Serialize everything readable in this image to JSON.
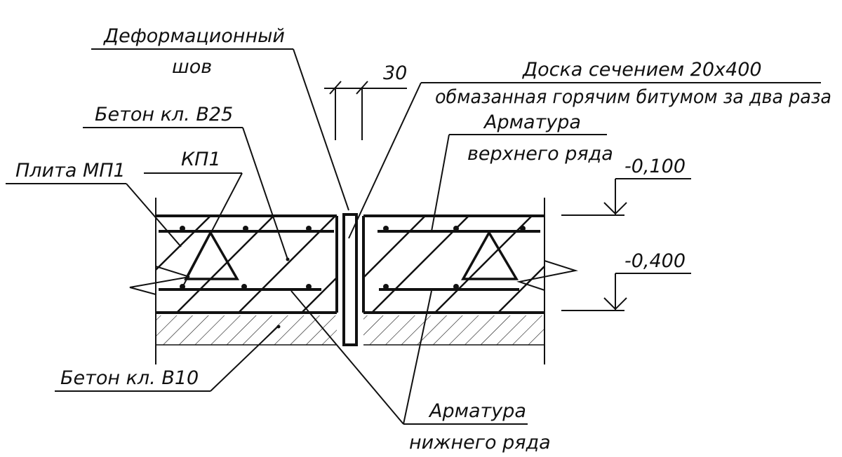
{
  "diagram": {
    "labels": {
      "deformation_joint_line1": "Деформационный",
      "deformation_joint_line2": "шов",
      "dimension": "30",
      "board_line1": "Доска сечением 20х400",
      "board_line2": "обмазанная горячим битумом за два раза",
      "concrete_b25": "Бетон кл. В25",
      "top_rebar_line1": "Арматура",
      "top_rebar_line2": "верхнего ряда",
      "slab": "Плита МП1",
      "kp": "КП1",
      "level_top": "-0,100",
      "level_bottom": "-0,400",
      "concrete_b10": "Бетон кл. В10",
      "bottom_rebar_line1": "Арматура",
      "bottom_rebar_line2": "нижнего ряда"
    },
    "colors": {
      "ink": "#111111",
      "background": "#ffffff"
    }
  }
}
